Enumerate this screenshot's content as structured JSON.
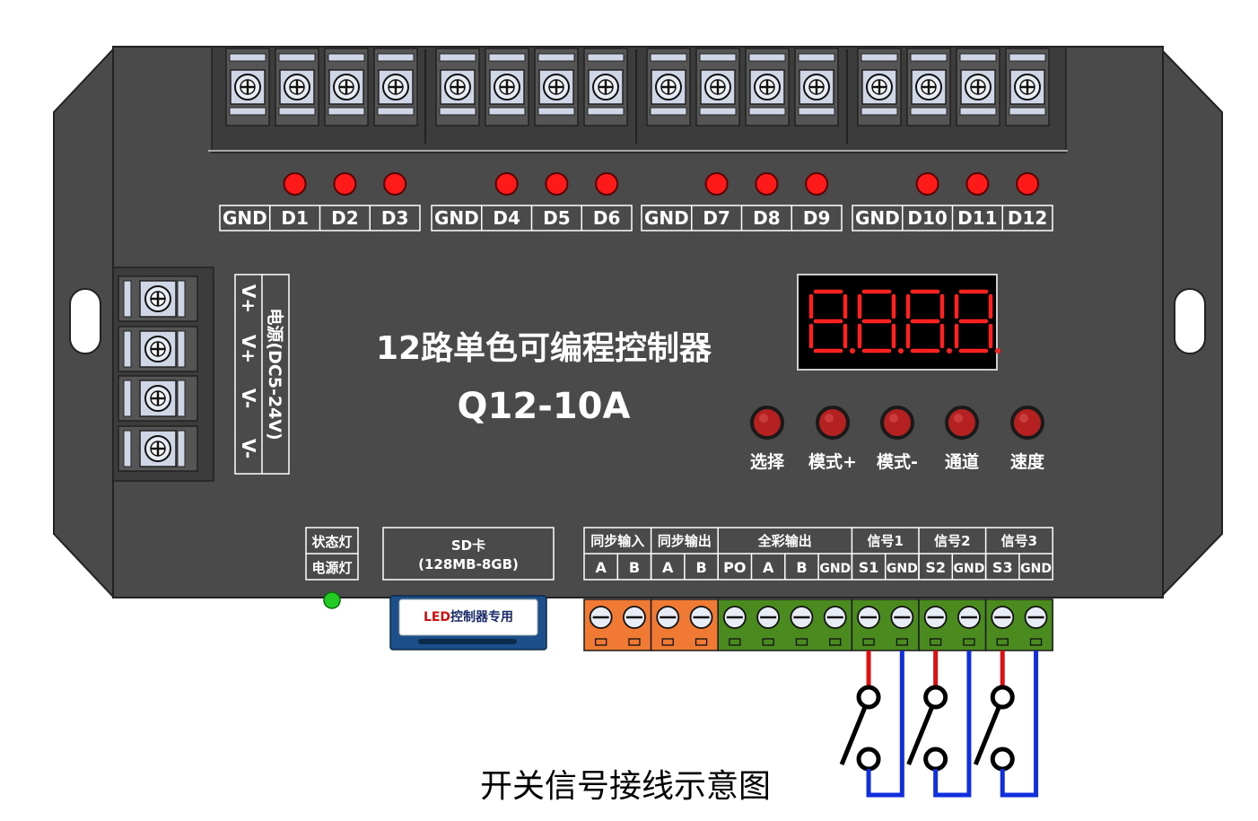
{
  "device": {
    "title": "12路单色可编程控制器",
    "model": "Q12-10A",
    "display_digits": "8.8.8.8."
  },
  "output_groups": [
    [
      "GND",
      "D1",
      "D2",
      "D3"
    ],
    [
      "GND",
      "D4",
      "D5",
      "D6"
    ],
    [
      "GND",
      "D7",
      "D8",
      "D9"
    ],
    [
      "GND",
      "D10",
      "D11",
      "D12"
    ]
  ],
  "power": {
    "terminals": [
      "V+",
      "V+",
      "V-",
      "V-"
    ],
    "label": "电源(DC5-24V)"
  },
  "buttons": [
    "选择",
    "模式+",
    "模式-",
    "通道",
    "速度"
  ],
  "indicators": {
    "status": "状态灯",
    "power": "电源灯"
  },
  "sd": {
    "line1": "SD卡",
    "line2": "(128MB-8GB)",
    "card_led": "LED",
    "card_rest": "控制器专用"
  },
  "bottom_headers": [
    {
      "name": "同步输入",
      "span": 2
    },
    {
      "name": "同步输出",
      "span": 2
    },
    {
      "name": "全彩输出",
      "span": 4
    },
    {
      "name": "信号1",
      "span": 2
    },
    {
      "name": "信号2",
      "span": 2
    },
    {
      "name": "信号3",
      "span": 2
    }
  ],
  "bottom_pins": [
    "A",
    "B",
    "A",
    "B",
    "PO",
    "A",
    "B",
    "GND",
    "S1",
    "GND",
    "S2",
    "GND",
    "S3",
    "GND"
  ],
  "caption": "开关信号接线示意图",
  "colors": {
    "body": "#4a4a4a",
    "led_red": "#ff1a1a",
    "seg_red": "#ff2020",
    "orange_terminal": "#f07a33",
    "green_terminal": "#4a8a1e",
    "wire_red": "#e01010",
    "wire_blue": "#1030e0",
    "sd_blue": "#1d4f8a"
  }
}
